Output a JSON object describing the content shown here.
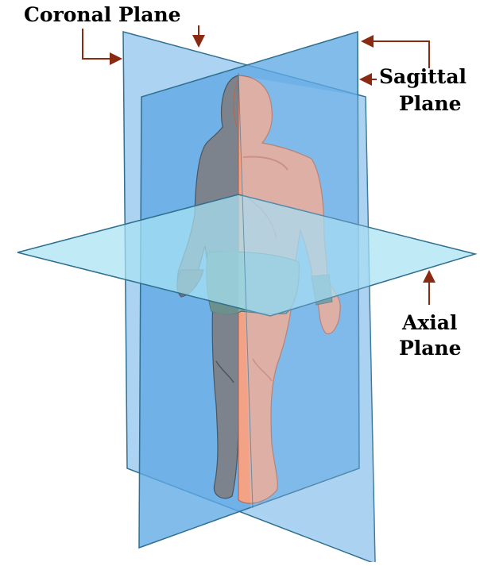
{
  "labels": {
    "coronal": "Coronal Plane",
    "sagittal_line1": "Sagittal",
    "sagittal_line2": "Plane",
    "axial_line1": "Axial",
    "axial_line2": "Plane"
  },
  "colors": {
    "sagittal_plane": "#9fcbf0",
    "coronal_plane": "#5fa9e6",
    "axial_plane": "#a8e2f2",
    "plane_edge": "#2f6f8f",
    "arrow": "#8b2a12",
    "skin": "#f3a286",
    "skin_shadow": "#d9785e",
    "gray_skin": "#7c838d",
    "shorts": "#7aa9a0",
    "shorts_gray": "#6a8f8a"
  }
}
